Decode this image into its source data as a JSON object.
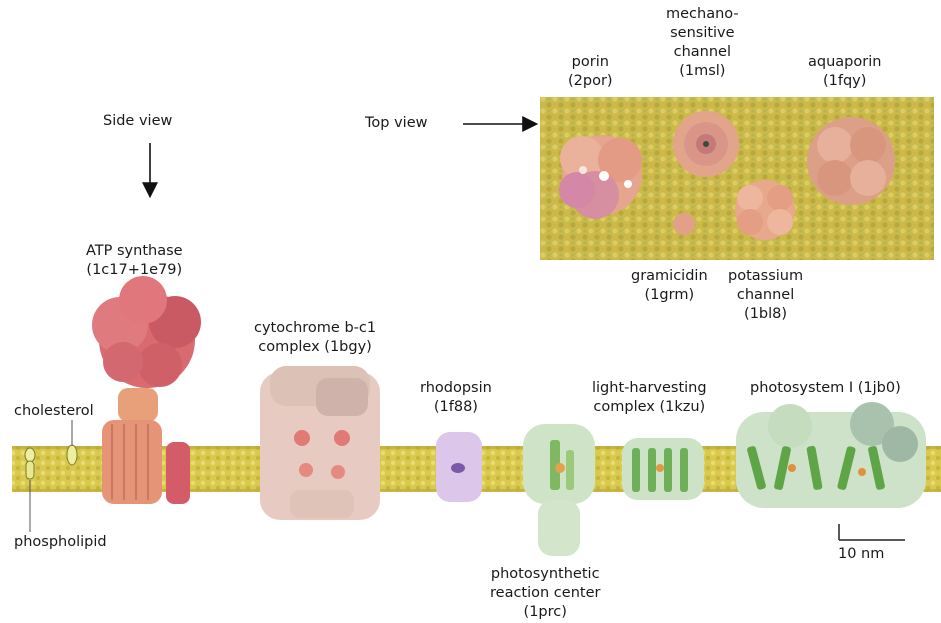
{
  "side_view": {
    "label": "Side view"
  },
  "top_view": {
    "label": "Top view",
    "proteins": [
      {
        "lines": [
          "porin",
          "(2por)"
        ]
      },
      {
        "lines": [
          "mechano-",
          "sensitive",
          "channel",
          "(1msl)"
        ]
      },
      {
        "lines": [
          "aquaporin",
          "(1fqy)"
        ]
      },
      {
        "lines": [
          "gramicidin",
          "(1grm)"
        ]
      },
      {
        "lines": [
          "potassium",
          "channel",
          "(1bl8)"
        ]
      }
    ]
  },
  "membrane": {
    "proteins": [
      {
        "lines": [
          "ATP synthase",
          "(1c17+1e79)"
        ]
      },
      {
        "lines": [
          "cytochrome b-c1",
          "complex (1bgy)"
        ]
      },
      {
        "lines": [
          "rhodopsin",
          "(1f88)"
        ]
      },
      {
        "lines": [
          "light-harvesting",
          "complex (1kzu)"
        ]
      },
      {
        "lines": [
          "photosystem I (1jb0)"
        ]
      },
      {
        "lines": [
          "photosynthetic",
          "reaction center",
          "(1prc)"
        ]
      }
    ],
    "lipids": [
      {
        "label": "cholesterol"
      },
      {
        "label": "phospholipid"
      }
    ]
  },
  "scale_bar": {
    "label": "10 nm"
  },
  "colors": {
    "bilayer": "#d8c84a",
    "atp_synthase": "#d9656b",
    "cytochrome": "#e6c8bf",
    "rhodopsin": "#d9c2e6",
    "green_proteins": "#cfe3c8",
    "porin": "#e6a08a",
    "top_background": "#c9b84a"
  }
}
